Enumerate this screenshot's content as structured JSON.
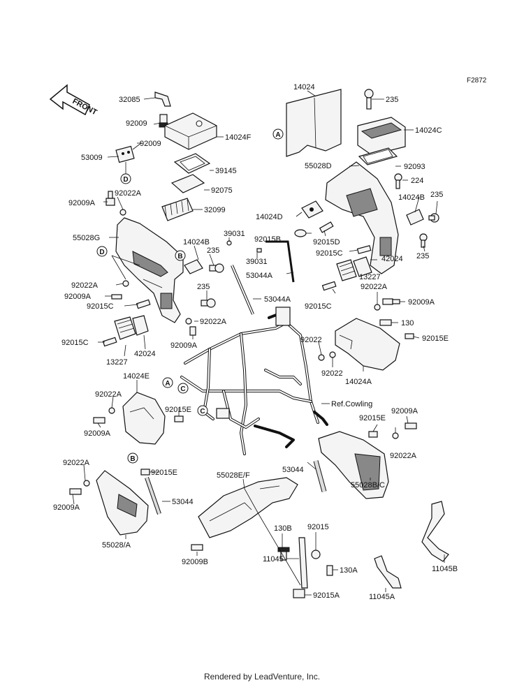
{
  "figure_id": "F2872",
  "footer": "Rendered by LeadVenture, Inc.",
  "front_label": "FRONT",
  "ref_cowling": "Ref.Cowling",
  "callouts": [
    "A",
    "B",
    "C",
    "D"
  ],
  "parts": [
    "32085",
    "92009",
    "92009",
    "53009",
    "14024F",
    "39145",
    "92075",
    "32099",
    "92022A",
    "92009A",
    "55028G",
    "14024B",
    "235",
    "39031",
    "39031",
    "92022A",
    "92009A",
    "92015C",
    "235",
    "92022A",
    "92009A",
    "92015C",
    "13227",
    "42024",
    "53044A",
    "53044A",
    "92015B",
    "92015D",
    "92015C",
    "14024",
    "235",
    "14024C",
    "55028D",
    "92093",
    "224",
    "14024D",
    "14024B",
    "235",
    "235",
    "42024",
    "13227",
    "92015C",
    "92022A",
    "92009A",
    "130",
    "92015E",
    "92022",
    "92022",
    "14024A",
    "14024E",
    "92022A",
    "92009A",
    "92015E",
    "92015E",
    "92009A",
    "92022A",
    "53044",
    "55028B/C",
    "92022A",
    "92009A",
    "92015E",
    "53044",
    "55028/A",
    "55028E/F",
    "92009B",
    "130B",
    "92015",
    "11045",
    "130A",
    "92015A",
    "11045A",
    "11045B"
  ]
}
